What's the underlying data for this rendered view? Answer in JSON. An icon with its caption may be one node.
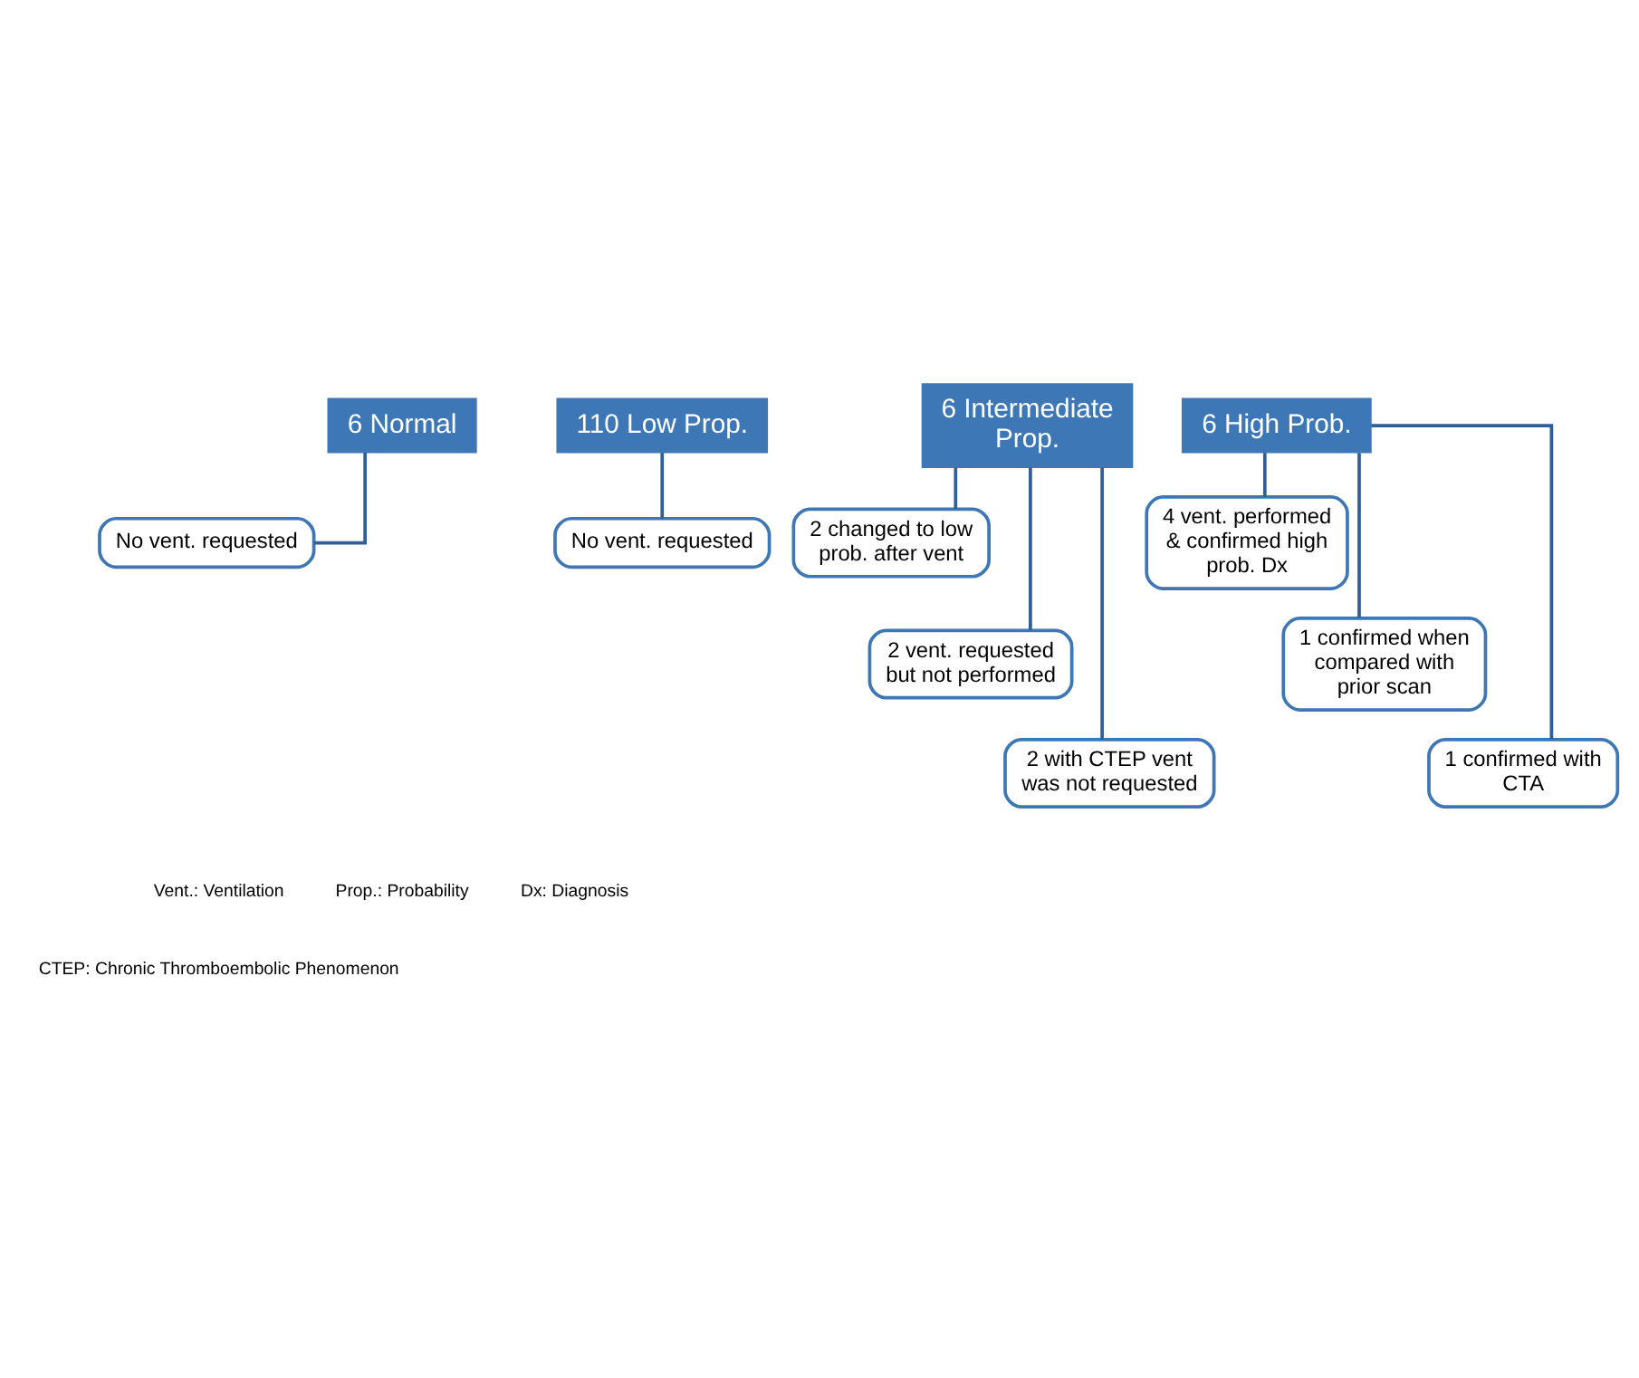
{
  "diagram": {
    "nodes": [
      {
        "text": [
          "6 Normal"
        ]
      },
      {
        "text": [
          "No vent. requested"
        ]
      },
      {
        "text": [
          "110 Low Prop."
        ]
      },
      {
        "text": [
          "No vent. requested"
        ]
      },
      {
        "text": [
          "6 Intermediate Prop."
        ]
      },
      {
        "text": [
          "2 changed to low prob. after vent"
        ]
      },
      {
        "text": [
          "2 vent. requested but not performed"
        ]
      },
      {
        "text": [
          "2 with CTEP vent was not requested"
        ]
      },
      {
        "text": [
          "6 High Prob."
        ]
      },
      {
        "text": [
          "4 vent. performed & confirmed high prob. Dx"
        ]
      },
      {
        "text": [
          "1 confirmed when compared with prior scan"
        ]
      },
      {
        "text": [
          "1 confirmed with CTA"
        ]
      }
    ],
    "edges": [
      {
        "from": 0,
        "to": 1,
        "arrow": "none"
      },
      {
        "from": 2,
        "to": 3,
        "arrow": "none"
      },
      {
        "from": 4,
        "to": 5,
        "arrow": "none"
      },
      {
        "from": 4,
        "to": 6,
        "arrow": "none"
      },
      {
        "from": 4,
        "to": 7,
        "arrow": "none"
      },
      {
        "from": 8,
        "to": 9,
        "arrow": "none"
      },
      {
        "from": 8,
        "to": 10,
        "arrow": "none"
      },
      {
        "from": 8,
        "to": 11,
        "arrow": "none"
      }
    ],
    "labels": [
      "Vent.: Ventilation",
      "Prop.: Probability",
      "Dx: Diagnosis",
      "CTEP: Chronic Thromboembolic Phenomenon"
    ]
  }
}
